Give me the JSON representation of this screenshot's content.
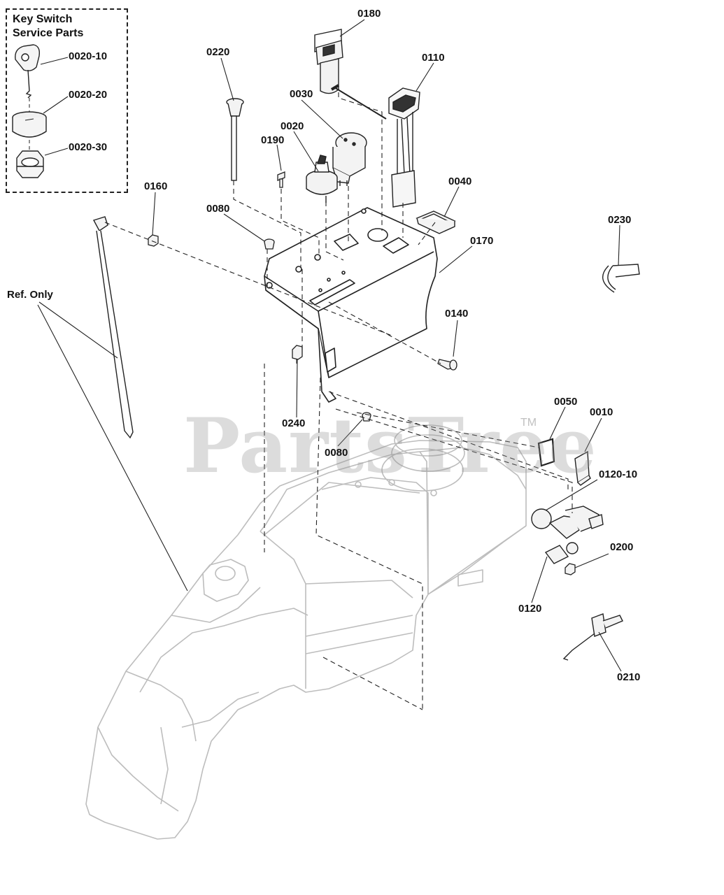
{
  "inset": {
    "title_line1": "Key Switch",
    "title_line2": "Service Parts"
  },
  "watermark": {
    "text": "PartsTree",
    "tm": "TM"
  },
  "labels": {
    "p0020_10": "0020-10",
    "p0020_20": "0020-20",
    "p0020_30": "0020-30",
    "p0180": "0180",
    "p0110": "0110",
    "p0220": "0220",
    "p0030": "0030",
    "p0020": "0020",
    "p0190": "0190",
    "p0160": "0160",
    "p0080_top": "0080",
    "p0040": "0040",
    "p0170": "0170",
    "p0230": "0230",
    "ref_only": "Ref. Only",
    "p0140": "0140",
    "p0240": "0240",
    "p0080_mid": "0080",
    "p0050": "0050",
    "p0010": "0010",
    "p0120_10": "0120-10",
    "p0200": "0200",
    "p0120": "0120",
    "p0210": "0210"
  }
}
